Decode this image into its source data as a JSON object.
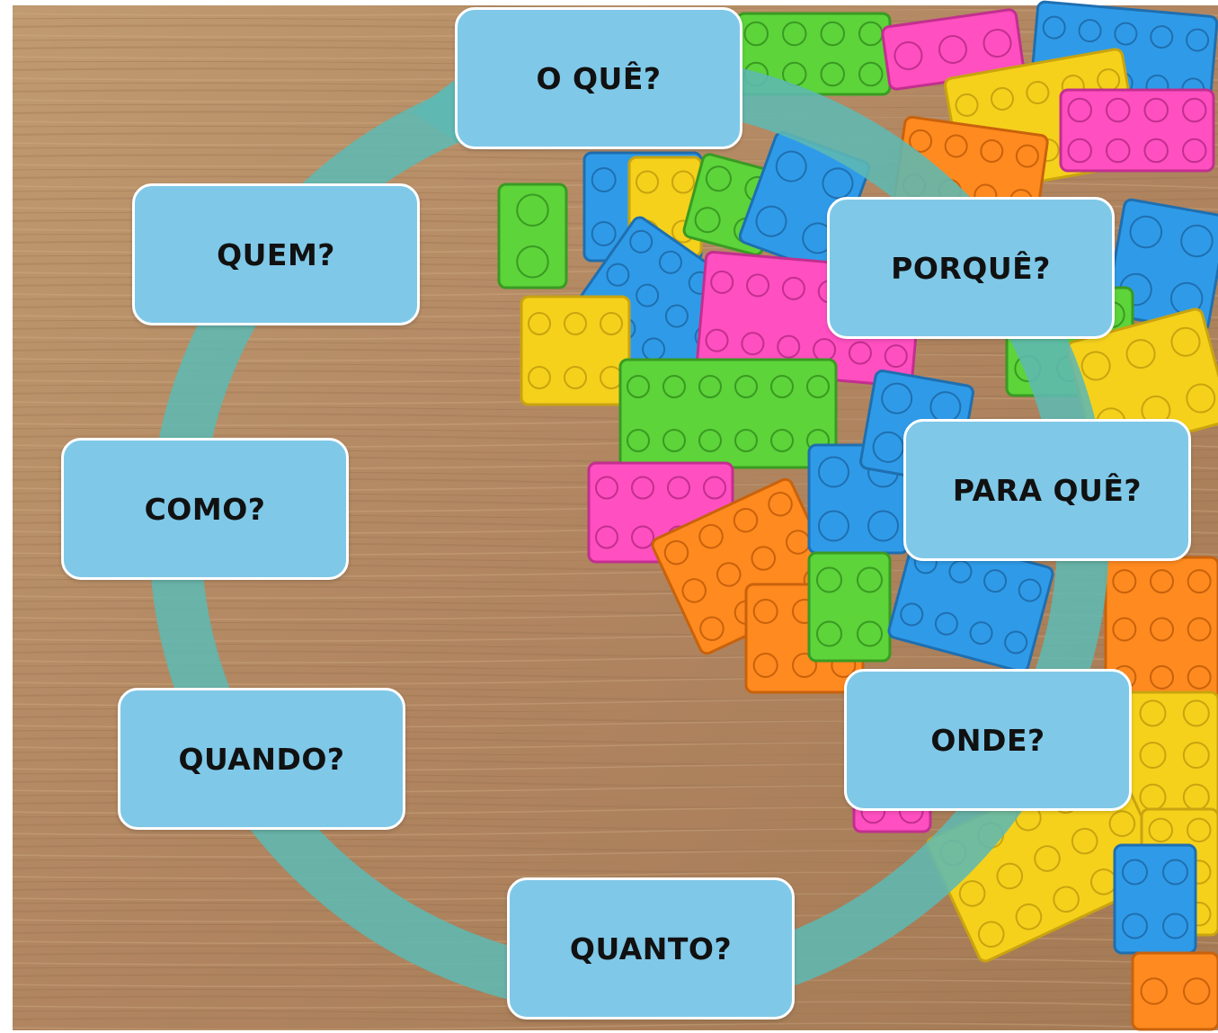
{
  "cycle": {
    "steps": [
      {
        "id": "o-que",
        "label": "O QUÊ?"
      },
      {
        "id": "porque",
        "label": "PORQUÊ?"
      },
      {
        "id": "para-que",
        "label": "PARA QUÊ?"
      },
      {
        "id": "onde",
        "label": "ONDE?"
      },
      {
        "id": "quanto",
        "label": "QUANTO?"
      },
      {
        "id": "quando",
        "label": "QUANDO?"
      },
      {
        "id": "como",
        "label": "COMO?"
      },
      {
        "id": "quem",
        "label": "QUEM?"
      }
    ],
    "colors": {
      "box_fill": "#7fc8e8",
      "box_border": "#ffffff",
      "ring": "#5fb8b2",
      "text": "#111111",
      "wood": "#b48a62"
    },
    "background_image": "plastic-building-blocks-on-wooden-table"
  }
}
